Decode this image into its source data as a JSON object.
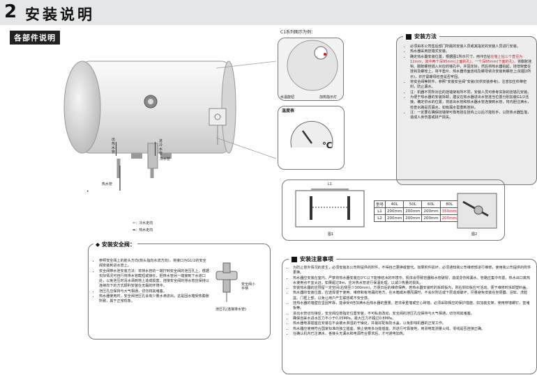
{
  "header": {
    "number": "2",
    "title": "安装说明"
  },
  "left": {
    "parts_badge": "各部件说明",
    "labels": {
      "outlet_l1": "出",
      "outlet_l2": "热",
      "outlet_l3": "水",
      "outlet_l4": "管",
      "inlet_l1": "进",
      "inlet_l2": "冷",
      "inlet_l3": "水",
      "inlet_l4": "管",
      "cold_pipe": "冷水管",
      "hot_pipe": "热水管",
      "dot": "•"
    },
    "legend": {
      "cold": "⇦：冷水走向",
      "hot": "➡：热水走向"
    }
  },
  "safety_valve": {
    "title": "◆ 安装安全阀：",
    "items": [
      "参照安全阀上的箭头方向(箭头指向水流方向)，将接口为G1/2的安全阀安装到进水管上。",
      "安全阀带水泄安装方法：将排水管的一端拧到安全阀的泄压孔上，根据实际情况可自行将排水管截短或接长，把排水管另一端接到下水道口处，以免泄压时清水洒到地上造成损害，连接安全阀的排水管应保持以连续向下的方式顺利安装在无霜的环境中。",
      "泄压孔应保持与大气相通，切勿将其堵塞。",
      "热水器使用时，安全阀泄压孔会有少量水滴流出，这是因水箱受热膨胀所致，属于正常现象。"
    ],
    "label_handle": "安全阀小手柄",
    "label_hole": "泄压孔(连接排水管)"
  },
  "c1_note": "C1系列图示为例：",
  "dial": {
    "left": "水温旋钮",
    "right": "加热指示灯"
  },
  "thermo": {
    "title": "温度表",
    "unit": "℃"
  },
  "method": {
    "title": "安装方法",
    "items": [
      {
        "pre": "必须由本公司售后部门所属的安装人员或其指定的安装人员进行安装。",
        "red": "",
        "post": ""
      },
      {
        "pre": "热水器采用挂墙式安装。",
        "red": "",
        "post": ""
      },
      {
        "pre": "确定热水器安装位置，根据图1所示尺寸，用冲击钻",
        "red": "在墙上钻三个直径为12mm，其中两个深95mm(上面的孔)，一个深85mm(下面的孔)，",
        "post": "将膨胀挂钩、膨胀螺栓插入对应的墙孔中，并固定好，然后将热水器拍起，挂增架套在挂钩及螺栓上，将平垫片、热水器背面连线及螺母依次安装到螺栓上(如图2所示)，并拧紧螺母检查是否牢固。"
      },
      {
        "pre": "将安全阀等附件，参照“安装安全阀”安装(仅供安装参考)，注意加生料带密封，防止漏水。",
        "red": "",
        "post": ""
      },
      {
        "pre": "注：机器不同所对应的挂墙架有所不同，安装人员可参考实际的挂墙孔安装。",
        "red": "",
        "post": ""
      },
      {
        "pre": "为便于热水器的安装拆卸，建议在热水器进出水管连当位置分别加装G1/2活接。确定供水的位置，将进出水管和热水器水管连接到水管，将内胆注满水，检查水路是否漏水，如有漏水需重新连好。",
        "red": "",
        "post": ""
      },
      {
        "pre": "注：一定要在确保挂墙架可靠地挂在挂钩上以后才能松手，以防热水器坠落，造成人身伤害或财产损失。",
        "red": "",
        "post": ""
      }
    ]
  },
  "figures": {
    "l1": "L1",
    "fig1": "图1",
    "fig2": "图2",
    "table": {
      "header": [
        "型号",
        "40L",
        "50L",
        "60L",
        "80L"
      ],
      "rows": [
        [
          "L1",
          "200mm",
          "200mm",
          "200mm",
          "350mm"
        ],
        [
          "L2",
          "200mm",
          "200mm",
          "200mm",
          "200mm"
        ]
      ]
    }
  },
  "notes": {
    "title": "安装注意事项",
    "items": [
      "为防止意外情况的发生，必须安装本公司所提供的附件，不得自己更换或替代。如果附件损坏，必须通知我公司维修部进行维修，使用我公司提供的附件更换。",
      "热水器应安装在室内，严禁将热水器安装在0℃以下能够结冰的环境中。机体会导致容器和水管破裂，造成烫伤和漏水。管路应集中布置，热水出口离热水使用点不宜太远，如果超过8m，应对热水管进行保温处理，以减少热量的损失。",
      "安装热水器的应预留一定空间(右侧至少300mm)，方便日后的维修保养。若热水器安装时的拆卸扳内，则右侧扣板应可活动，便于维修时拆卸塑料盖。",
      "热水器的安装位置，应选择便于使用、维修和有地漏的地方。在木箱或木槽而漏时，不会对附近或下层造成破坏，尽量避免安装在坐便器、浴缸、洗脸盆、门框上部，以免让用户产生联想或不安全感。",
      "挂热水器的墙壁应坚固牢靠，能承受4倍加满水后热水器的重量。若非承重墙或空心砖墙，必须采取相应的保护措施，如加装支架，使用穿墙螺钉，垫堵板等。",
      "进出水管切勿接反，安全阀应按指定位置安装，不可私自改动，安全阀的泄压孔应保持与大气相通，切勿将其堵塞。",
      "确保自来水进水压力不小于0.05MPa，最大压力不超过0.8MPa。",
      "热水器电源插座应安装在不会被水淋湿的干燥处，并最好配有防水盖，以免影响机器的正常工作。",
      "热水器应使用符合国家标准的独立插座，禁止使用多功能插座，并进行可靠接地，用测电笔测量火线、零线是否连接正确。",
      "在确认机内已注满水，各接头无漏水和电源符合要求后，才可通电加热。"
    ]
  }
}
